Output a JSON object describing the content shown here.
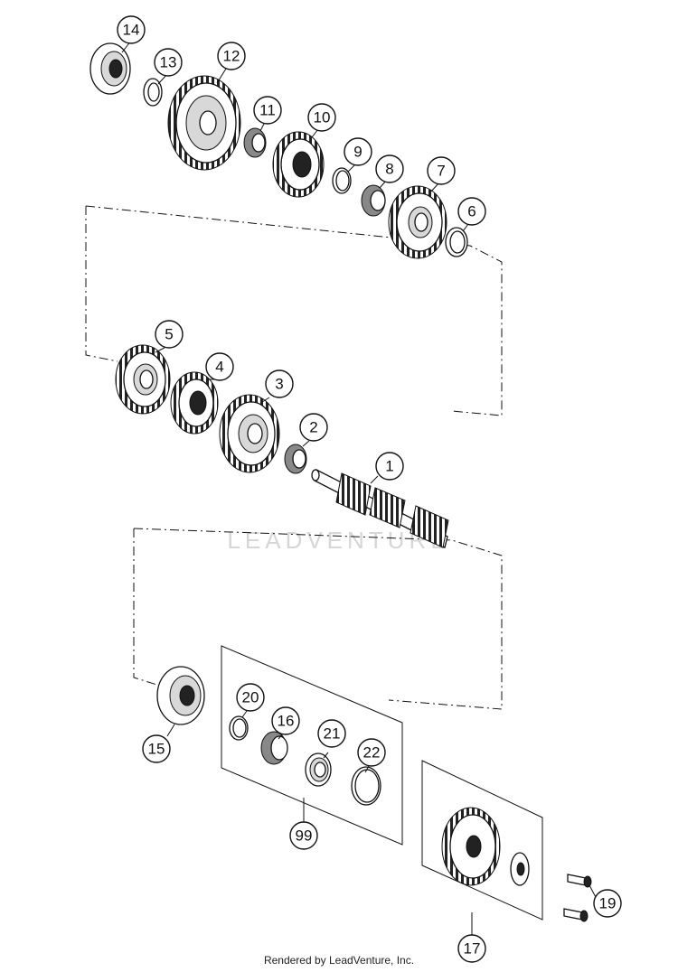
{
  "diagram": {
    "watermark": "LEADVENTURE",
    "footer": "Rendered by LeadVenture, Inc.",
    "callouts": [
      "14",
      "13",
      "12",
      "11",
      "10",
      "9",
      "8",
      "7",
      "6",
      "5",
      "4",
      "3",
      "2",
      "1",
      "15",
      "20",
      "16",
      "21",
      "22",
      "99",
      "17",
      "19"
    ]
  }
}
